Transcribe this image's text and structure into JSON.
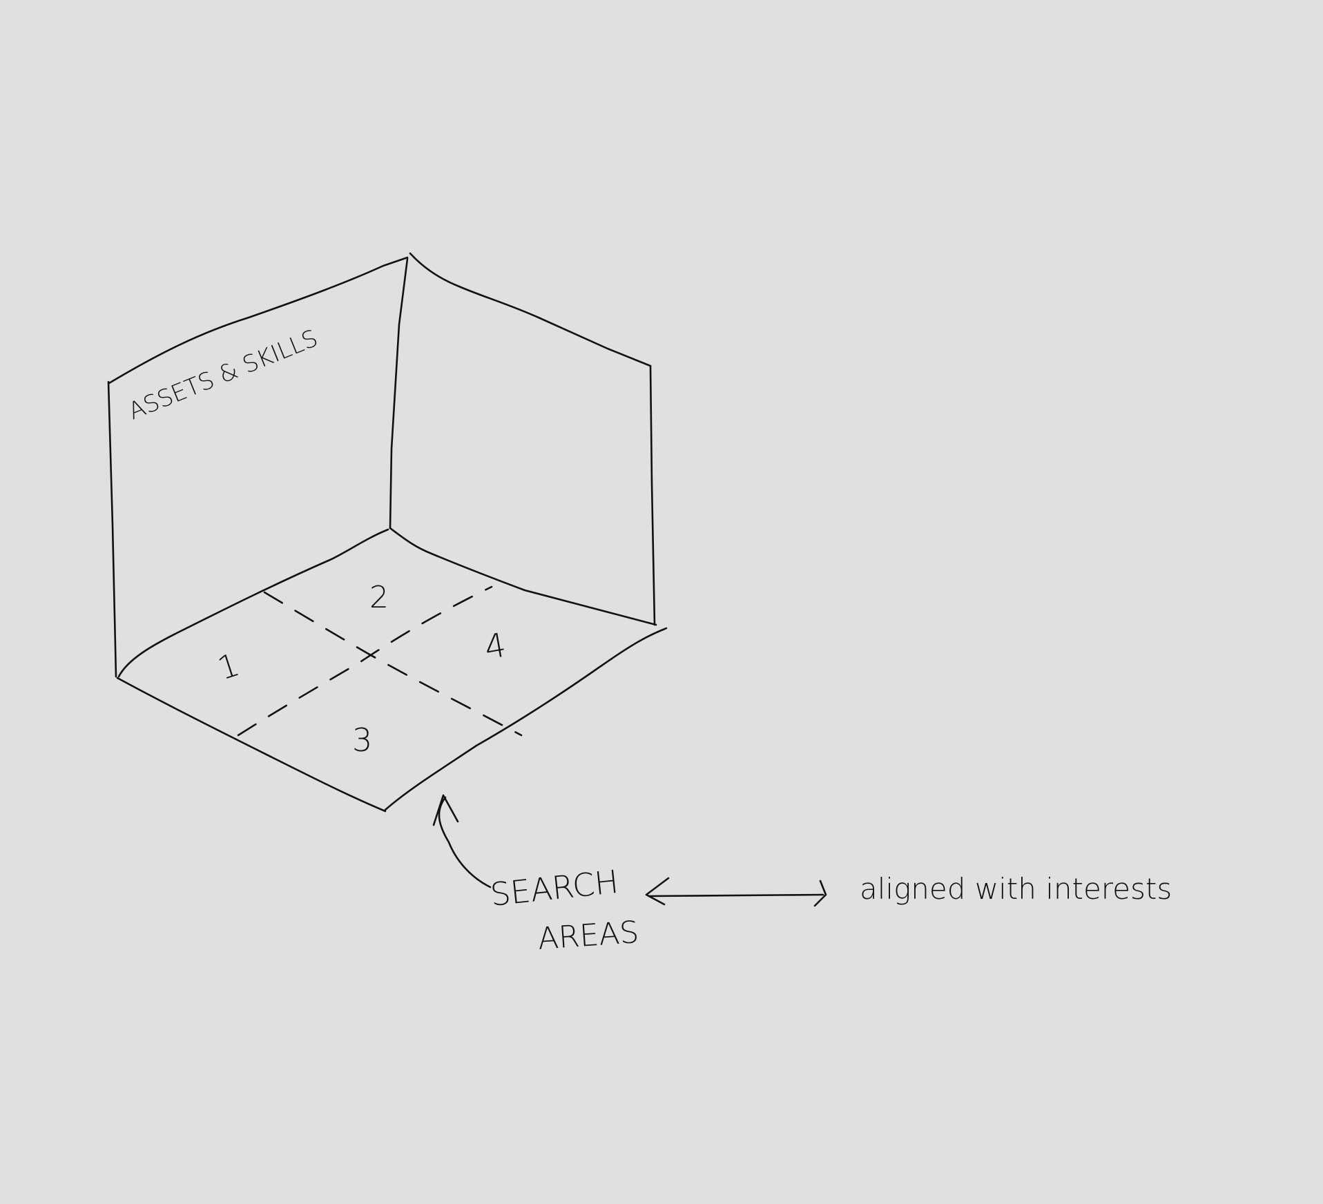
{
  "wall_label": "ASSETS & SKILLS",
  "quadrants": [
    {
      "id": "q1",
      "label": "1"
    },
    {
      "id": "q2",
      "label": "2"
    },
    {
      "id": "q3",
      "label": "3"
    },
    {
      "id": "q4",
      "label": "4"
    }
  ],
  "search_areas": {
    "line1": "SEARCH",
    "line2": "AREAS"
  },
  "aligned_note": "aligned with interests",
  "colors": {
    "background": "#e1e0df",
    "ink": "#111111"
  }
}
